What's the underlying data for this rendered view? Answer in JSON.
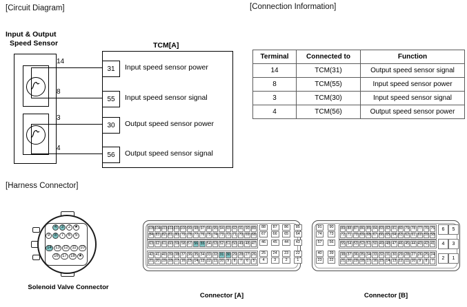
{
  "sections": {
    "circuit_diagram_title": "[Circuit Diagram]",
    "connection_information_title": "[Connection Information]",
    "harness_connector_title": "[Harness Connector]"
  },
  "circuit": {
    "sensor_label_line1": "Input & Output",
    "sensor_label_line2": "Speed Sensor",
    "tcm_label": "TCM[A]",
    "sensor_terminals": [
      "14",
      "8",
      "3",
      "4"
    ],
    "tcm_pins": [
      {
        "pin": "31",
        "function": "Input speed sensor power"
      },
      {
        "pin": "55",
        "function": "Input speed sensor signal"
      },
      {
        "pin": "30",
        "function": "Output speed sensor power"
      },
      {
        "pin": "56",
        "function": "Output speed sensor signal"
      }
    ]
  },
  "connection_table": {
    "headers": [
      "Terminal",
      "Connected to",
      "Function"
    ],
    "rows": [
      [
        "14",
        "TCM(31)",
        "Output speed sensor signal"
      ],
      [
        "8",
        "TCM(55)",
        "Input speed sensor power"
      ],
      [
        "3",
        "TCM(30)",
        "Input speed sensor signal"
      ],
      [
        "4",
        "TCM(56)",
        "Output speed sensor power"
      ]
    ]
  },
  "colors": {
    "highlight": "#7fc4c4",
    "outline": "#000000",
    "shell": "#4a4a4a"
  },
  "solenoid_connector": {
    "caption": "Solenoid Valve Connector",
    "rows": [
      {
        "cells": [
          "4",
          "3",
          "2",
          "★"
        ],
        "highlight": [
          "4",
          "3"
        ],
        "indent": 10
      },
      {
        "cells": [
          "9",
          "8",
          "7",
          "6",
          "5"
        ],
        "highlight": [
          "8"
        ],
        "indent": 0
      },
      {
        "cells": [
          "14",
          "13",
          "12",
          "11",
          "10"
        ],
        "highlight": [
          "14"
        ],
        "indent": 0
      },
      {
        "cells": [
          "16",
          "17",
          "18",
          "★"
        ],
        "highlight": [],
        "indent": 10
      }
    ]
  },
  "connector_a": {
    "caption": "Connector [A]",
    "group1": {
      "row1": [
        "105",
        "104",
        "103",
        "102",
        "101",
        "100",
        "99",
        "98",
        "97",
        "96",
        "95",
        "94",
        "93",
        "92",
        "91",
        "90",
        "89"
      ],
      "row2": [
        "84",
        "83",
        "82",
        "81",
        "80",
        "79",
        "78",
        "77",
        "76",
        "75",
        "74",
        "73",
        "72",
        "71",
        "70",
        "69",
        "68"
      ],
      "highlight": []
    },
    "group1_solo": {
      "row1": [
        "88",
        "87",
        "86",
        "85"
      ],
      "row2": [
        "67",
        "66",
        "65",
        "64"
      ]
    },
    "group2": {
      "row1": [
        "63",
        "62",
        "61",
        "60",
        "59",
        "58",
        "57",
        "56",
        "55",
        "54",
        "53",
        "52",
        "51",
        "50",
        "49",
        "48",
        "47"
      ],
      "highlight": [
        "56",
        "55"
      ]
    },
    "group2_solo": {
      "row1": [
        "46",
        "45",
        "44",
        "43"
      ]
    },
    "group3": {
      "row1": [
        "42",
        "41",
        "40",
        "39",
        "38",
        "37",
        "36",
        "35",
        "34",
        "33",
        "32",
        "31",
        "30",
        "29",
        "28",
        "27",
        "26"
      ],
      "row2": [
        "21",
        "20",
        "19",
        "18",
        "17",
        "16",
        "15",
        "14",
        "13",
        "12",
        "11",
        "10",
        "9",
        "8",
        "7",
        "6",
        "5"
      ],
      "highlight": [
        "31",
        "30"
      ]
    },
    "group3_solo": {
      "row1": [
        "25",
        "24",
        "23",
        "22"
      ],
      "row2": [
        "4",
        "3",
        "2",
        "1"
      ]
    }
  },
  "connector_b": {
    "caption": "Connector [B]",
    "solo_left": {
      "row1": [
        "91",
        "90"
      ],
      "row2": [
        "74",
        "73"
      ],
      "row3": [
        "57",
        "56"
      ],
      "row4": [
        "40",
        "39"
      ],
      "row5": [
        "23",
        "22"
      ]
    },
    "group1": {
      "row1": [
        "89",
        "88",
        "87",
        "86",
        "85",
        "84",
        "83",
        "82",
        "81",
        "80",
        "79",
        "78",
        "77",
        "76",
        "75"
      ],
      "row2": [
        "72",
        "71",
        "70",
        "69",
        "68",
        "67",
        "66",
        "65",
        "64",
        "63",
        "62",
        "61",
        "60",
        "59",
        "58"
      ]
    },
    "group2": {
      "row1": [
        "55",
        "54",
        "53",
        "52",
        "51",
        "50",
        "49",
        "48",
        "47",
        "46",
        "45",
        "44",
        "43",
        "42",
        "41"
      ]
    },
    "group3": {
      "row1": [
        "38",
        "37",
        "36",
        "35",
        "34",
        "33",
        "32",
        "31",
        "30",
        "29",
        "28",
        "27",
        "26",
        "25",
        "24"
      ],
      "row2": [
        "21",
        "20",
        "19",
        "18",
        "17",
        "16",
        "15",
        "14",
        "13",
        "12",
        "11",
        "10",
        "9",
        "8",
        "7"
      ]
    },
    "right_block": {
      "row1": [
        "6",
        "5"
      ],
      "row2": [
        "4",
        "3"
      ],
      "row3": [
        "2",
        "1"
      ]
    }
  }
}
